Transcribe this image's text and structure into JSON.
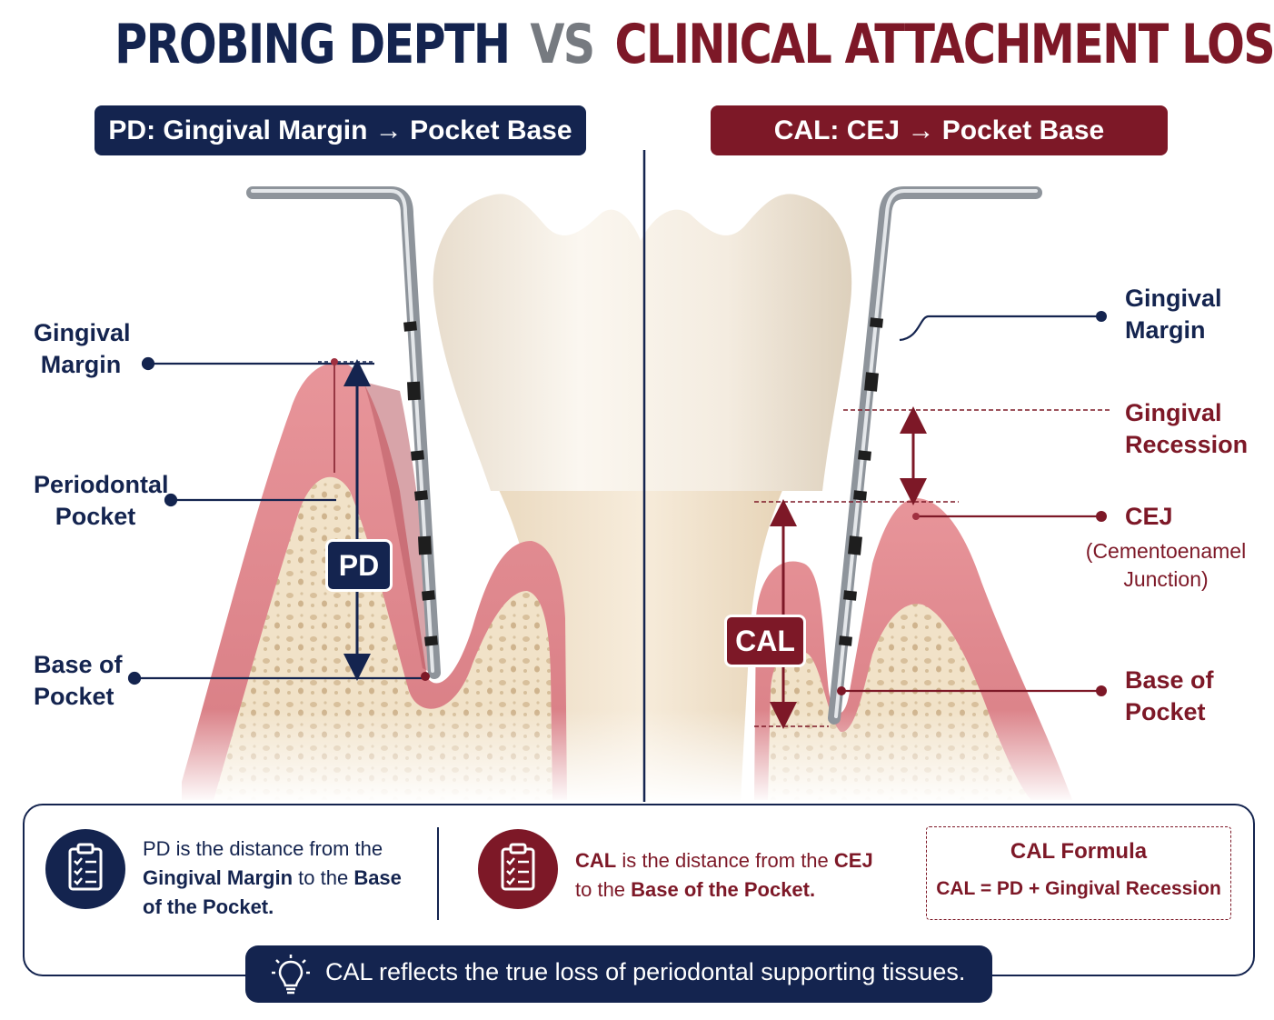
{
  "title": {
    "left": "PROBING DEPTH",
    "vs": "VS",
    "right": "CLINICAL ATTACHMENT LOSS"
  },
  "subtitles": {
    "pd": "PD: Gingival Margin → Pocket Base",
    "cal": "CAL: CEJ → Pocket Base"
  },
  "left_labels": {
    "gingival_margin": [
      "Gingival",
      "Margin"
    ],
    "periodontal_pocket": [
      "Periodontal",
      "Pocket"
    ],
    "base_of_pocket": [
      "Base of",
      "Pocket"
    ],
    "pd_badge": "PD"
  },
  "right_labels": {
    "gingival_margin": [
      "Gingival",
      "Margin"
    ],
    "gingival_recession": [
      "Gingival",
      "Recession"
    ],
    "cej": "CEJ",
    "cej_full": [
      "(Cementoenamel",
      "Junction)"
    ],
    "base_of_pocket": [
      "Base of",
      "Pocket"
    ],
    "cal_badge": "CAL"
  },
  "pd_description": {
    "p1": "PD is the distance from the",
    "b1": "Gingival Margin",
    "p2": " to the ",
    "b2": "Base",
    "b3": "of the Pocket."
  },
  "cal_description": {
    "b1": "CAL",
    "p1": " is the distance from the ",
    "b2": "CEJ",
    "p2": "to the ",
    "b3": "Base of the Pocket."
  },
  "formula": {
    "title": "CAL Formula",
    "cal": "CAL",
    "eq": "=",
    "pd": "PD",
    "plus": "+",
    "gr": "Gingival Recession"
  },
  "footer": "CAL reflects the true loss of periodontal supporting tissues.",
  "colors": {
    "navy": "#14244f",
    "maroon": "#7d1827",
    "gum": "#e58f95",
    "bone": "#f0e0c6",
    "tooth": "#f6efe4"
  },
  "icons": [
    "clipboard-checklist-icon",
    "lightbulb-icon"
  ]
}
